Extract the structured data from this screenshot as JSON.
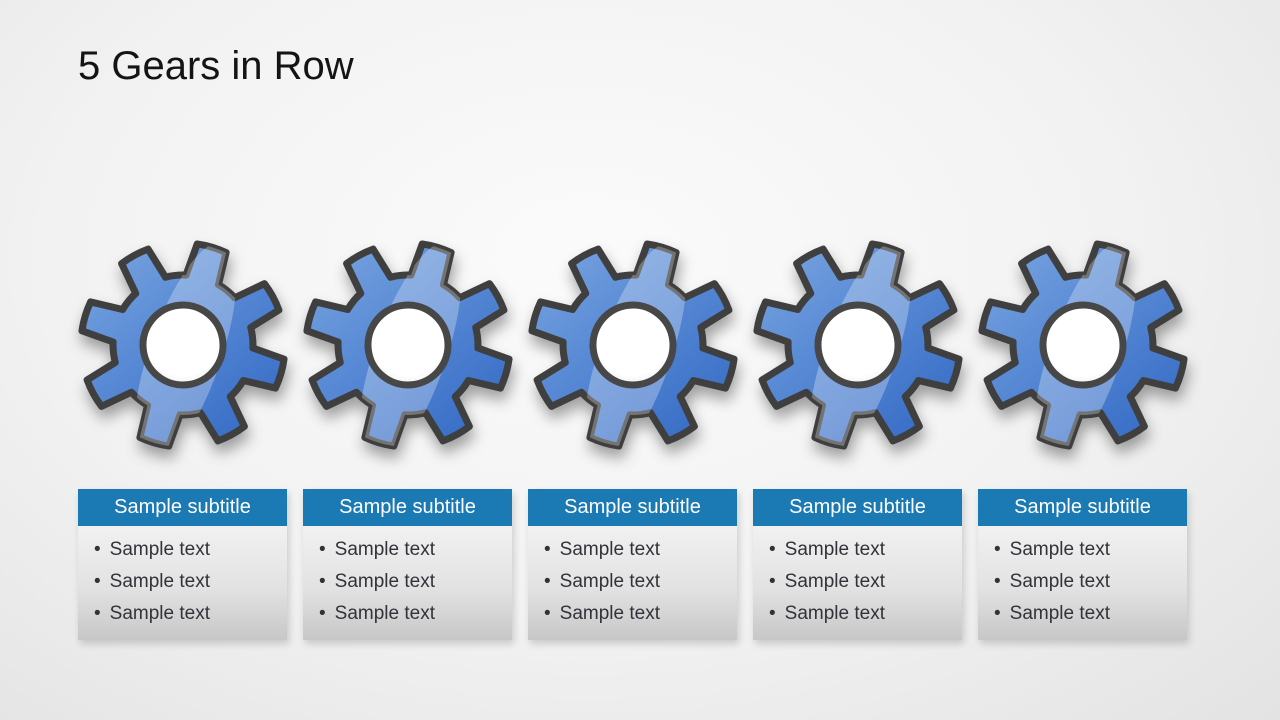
{
  "slide": {
    "title": "5 Gears in Row"
  },
  "colors": {
    "accent_blue": "#1b79b4",
    "gear_blue_light": "#7aa5e0",
    "gear_blue_dark": "#3b70c8",
    "gear_outline": "#3f3f3f",
    "body_text": "#32323a",
    "header_text": "#ffffff"
  },
  "bullet_char": "•",
  "columns": [
    {
      "icon": "gear-icon",
      "subtitle": "Sample subtitle",
      "bullets": [
        "Sample text",
        "Sample text",
        "Sample text"
      ]
    },
    {
      "icon": "gear-icon",
      "subtitle": "Sample subtitle",
      "bullets": [
        "Sample text",
        "Sample text",
        "Sample text"
      ]
    },
    {
      "icon": "gear-icon",
      "subtitle": "Sample subtitle",
      "bullets": [
        "Sample text",
        "Sample text",
        "Sample text"
      ]
    },
    {
      "icon": "gear-icon",
      "subtitle": "Sample subtitle",
      "bullets": [
        "Sample text",
        "Sample text",
        "Sample text"
      ]
    },
    {
      "icon": "gear-icon",
      "subtitle": "Sample subtitle",
      "bullets": [
        "Sample text",
        "Sample text",
        "Sample text"
      ]
    }
  ]
}
